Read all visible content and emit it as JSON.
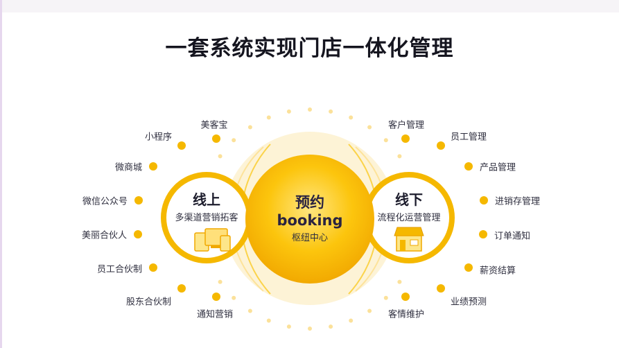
{
  "title": "一套系统实现门店一体化管理",
  "center": {
    "line1": "预约",
    "line2": "booking",
    "sub": "枢纽中心"
  },
  "online": {
    "title": "线上",
    "subtitle": "多渠道营销拓客",
    "icon": "devices-icon",
    "items": [
      "美客宝",
      "小程序",
      "微商城",
      "微信公众号",
      "美丽合伙人",
      "员工合伙制",
      "股东合伙制",
      "通知营销"
    ]
  },
  "offline": {
    "title": "线下",
    "subtitle": "流程化运营管理",
    "icon": "storefront-icon",
    "items": [
      "客户管理",
      "员工管理",
      "产品管理",
      "进销存管理",
      "订单通知",
      "薪资结算",
      "业绩预测",
      "客情维护"
    ]
  },
  "colors": {
    "accent": "#f5b800",
    "accent_light": "#fde68a",
    "halo": "#fdf3d6",
    "text_dark": "#15151f"
  }
}
